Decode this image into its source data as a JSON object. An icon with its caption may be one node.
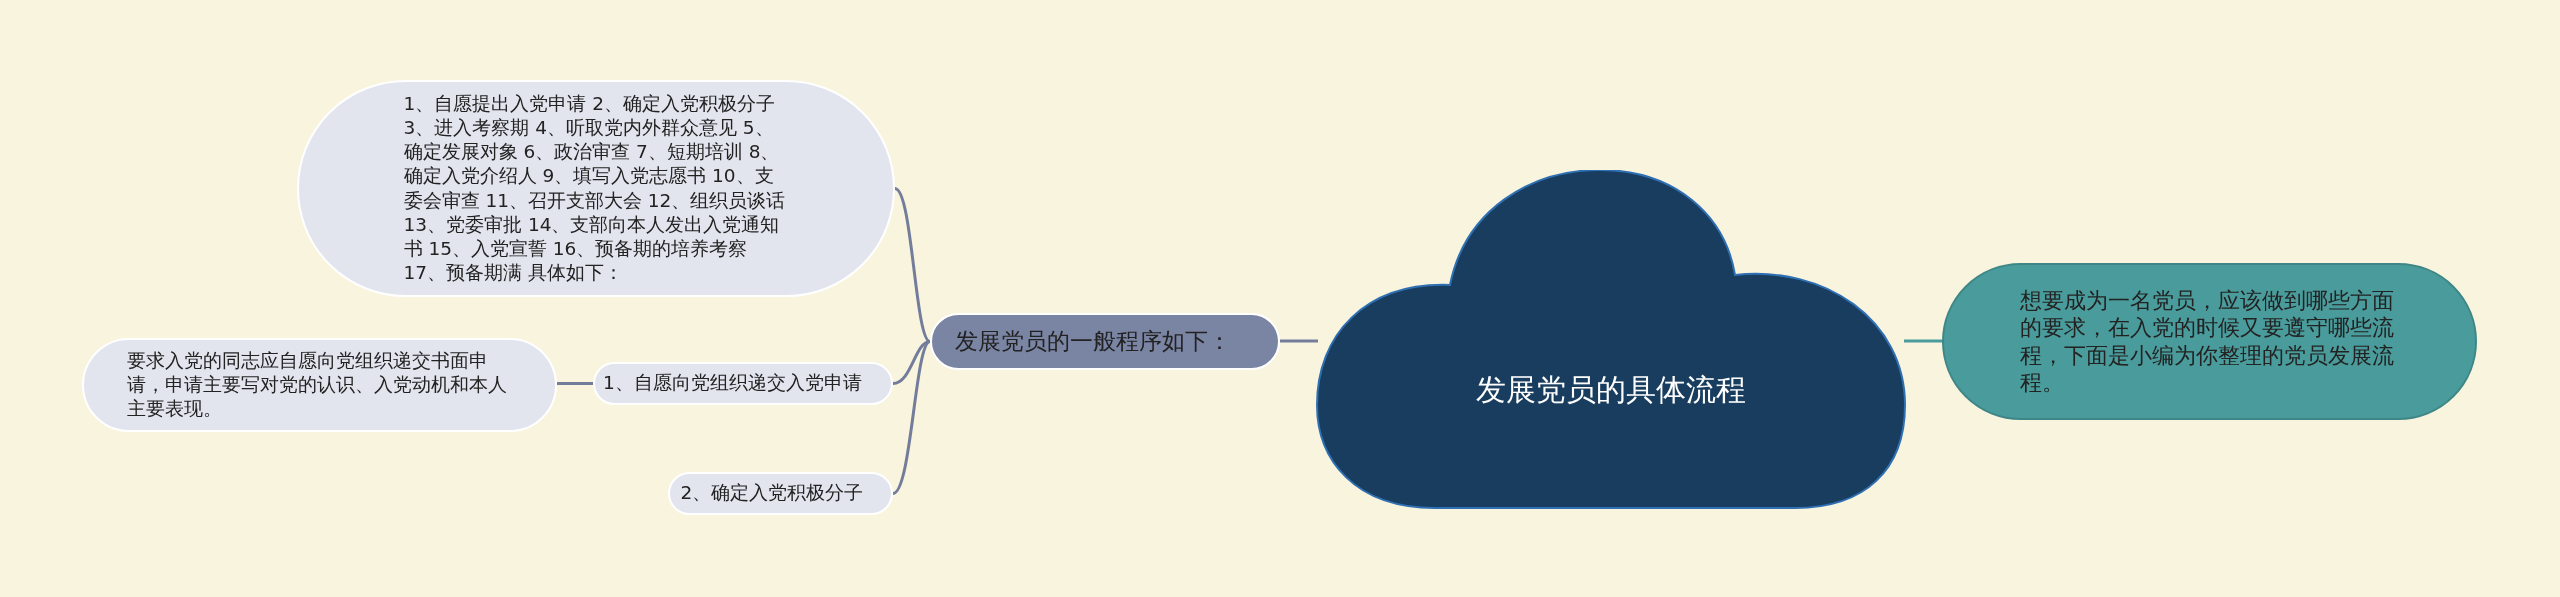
{
  "diagram": {
    "nodes": [
      {
        "text": [
          "发展党员的具体流程"
        ]
      },
      {
        "text": [
          "发展党员的一般程序如下："
        ]
      },
      {
        "text": [
          "1、自愿提出入党申请 2、确定入党积极分子 3、进入考察期 4、听取党内外群众意见 5、确定发展对象 6、政治审查 7、短期培训 8、确定入党介绍人 9、填写入党志愿书 10、支委会审查 11、召开支部大会 12、组织员谈话 13、党委审批 14、支部向本人发出入党通知书 15、入党宣誓 16、预备期的培养考察 17、预备期满 具体如下："
        ]
      },
      {
        "text": [
          "1、自愿向党组织递交入党申请"
        ]
      },
      {
        "text": [
          "要求入党的同志应自愿向党组织递交书面申请，申请主要写对党的认识、入党动机和本人主要表现。"
        ]
      },
      {
        "text": [
          "2、确定入党积极分子"
        ]
      },
      {
        "text": [
          "想要成为一名党员，应该做到哪些方面的要求，在入党的时候又要遵守哪些流程，下面是小编为你整理的党员发展流程。"
        ]
      }
    ],
    "edges": [
      {
        "from": 0,
        "to": 1,
        "arrow": "none"
      },
      {
        "from": 1,
        "to": 2,
        "arrow": "none"
      },
      {
        "from": 1,
        "to": 3,
        "arrow": "none"
      },
      {
        "from": 3,
        "to": 4,
        "arrow": "none"
      },
      {
        "from": 1,
        "to": 5,
        "arrow": "none"
      },
      {
        "from": 0,
        "to": 6,
        "arrow": "none",
        "color": "#4a9b9b"
      }
    ]
  }
}
